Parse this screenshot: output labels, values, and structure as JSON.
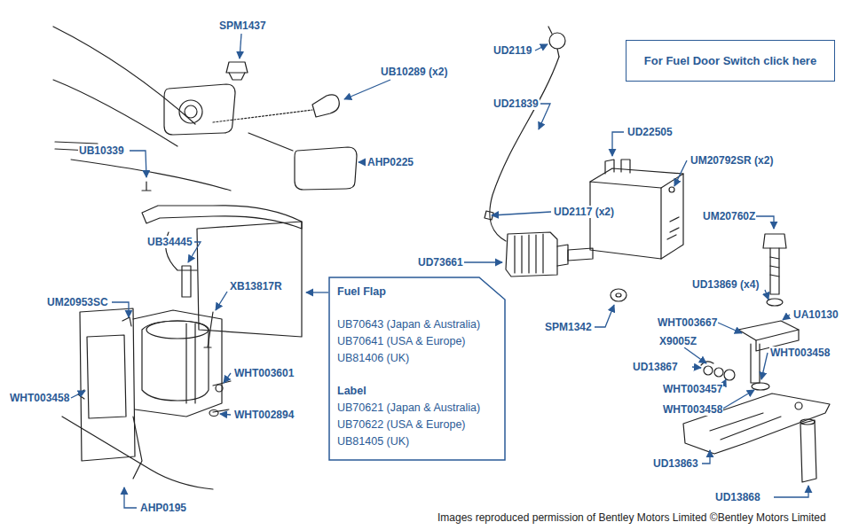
{
  "diagram": {
    "nodes": [
      {
        "text": [
          "For Fuel Door Switch click here"
        ]
      },
      {
        "text": [
          "Fuel Flap",
          "UB70643 (Japan & Australia)",
          "UB70641 (USA & Europe)",
          "UB81406 (UK)",
          "Label",
          "UB70621 (Japan & Australia)",
          "UB70622 (USA & Europe)",
          "UB81405 (UK)"
        ]
      }
    ],
    "labels": [
      "SPM1437",
      "UB10289 (x2)",
      "UB10339",
      "AHP0225",
      "UB34445",
      "UM20953SC",
      "XB13817R",
      "WHT003458",
      "WHT003601",
      "WHT002894",
      "AHP0195",
      "UD2119",
      "UD21839",
      "UD22505",
      "UM20792SR (x2)",
      "UD2117 (x2)",
      "UD73661",
      "SPM1342",
      "UM20760Z",
      "UD13869 (x4)",
      "UA10130",
      "WHT003667",
      "X9005Z",
      "WHT003458",
      "UD13867",
      "WHT003457",
      "WHT003458",
      "UD13863",
      "UD13868",
      "Images reproduced permission of Bentley Motors Limited ©Bentley Motors Limited"
    ]
  }
}
